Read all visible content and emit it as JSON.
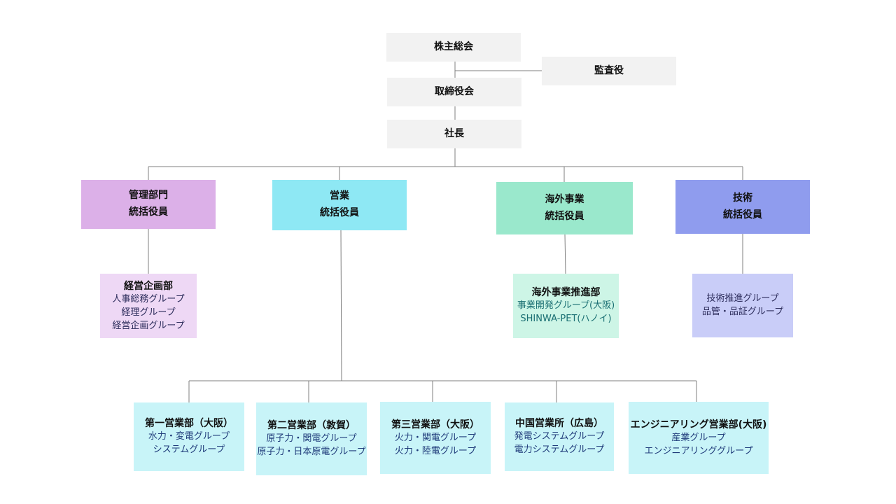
{
  "colors": {
    "line": "#7f7f7f",
    "top_box": "#f2f2f2",
    "admin": "#dcb0e8",
    "admin_light": "#eed8f5",
    "sales": "#8ee8f4",
    "sales_light": "#c8f4f8",
    "overseas": "#9ae8cc",
    "overseas_light": "#cdf5e6",
    "tech": "#8f9cee",
    "tech_light": "#c9cdf8"
  },
  "top": {
    "shareholders": "株主総会",
    "auditor": "監査役",
    "board": "取締役会",
    "president": "社長"
  },
  "executives": {
    "admin": {
      "line1": "管理部門",
      "line2": "統括役員"
    },
    "sales": {
      "line1": "営業",
      "line2": "統括役員"
    },
    "overseas": {
      "line1": "海外事業",
      "line2": "統括役員"
    },
    "tech": {
      "line1": "技術",
      "line2": "統括役員"
    }
  },
  "divisions": {
    "planning": {
      "title": "経営企画部",
      "groups": [
        "人事総務グループ",
        "経理グループ",
        "経営企画グループ"
      ]
    },
    "overseas_promo": {
      "title": "海外事業推進部",
      "groups": [
        "事業開発グループ(大阪)",
        "SHINWA-PET(ハノイ)"
      ]
    },
    "tech_groups": {
      "groups": [
        "技術推進グループ",
        "品管・品証グループ"
      ]
    },
    "sales1": {
      "title": "第一営業部（大阪）",
      "groups": [
        "水力・変電グループ",
        "システムグループ"
      ]
    },
    "sales2": {
      "title": "第二営業部（敦賀）",
      "groups": [
        "原子力・関電グループ",
        "原子力・日本原電グループ"
      ]
    },
    "sales3": {
      "title": "第三営業部（大阪）",
      "groups": [
        "火力・関電グループ",
        "火力・陸電グループ"
      ]
    },
    "chugoku": {
      "title": "中国営業所（広島）",
      "groups": [
        "発電システムグループ",
        "電力システムグループ"
      ]
    },
    "engineering": {
      "title": "エンジニアリング営業部(大阪)",
      "groups": [
        "産業グループ",
        "エンジニアリンググループ"
      ]
    }
  }
}
